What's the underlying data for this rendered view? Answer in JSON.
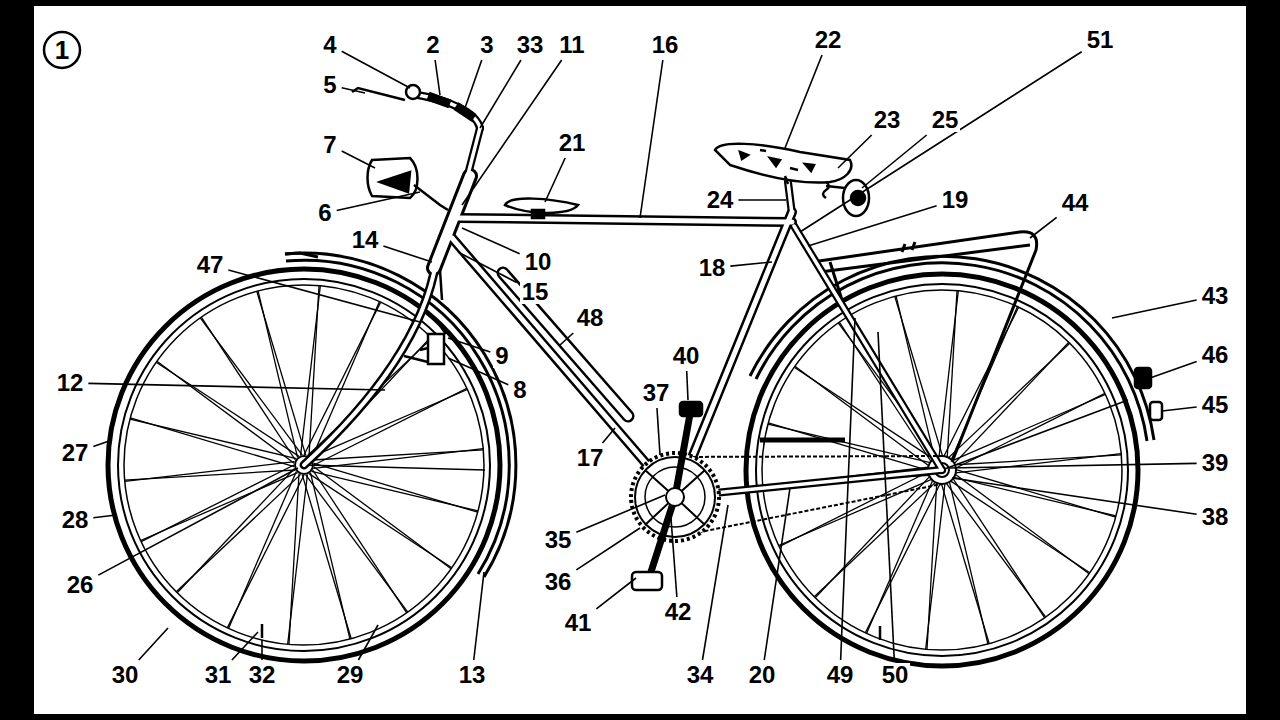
{
  "diagram": {
    "nodes": [
      {
        "text": [
          "1"
        ]
      }
    ],
    "labels": [
      "4",
      "2",
      "3",
      "33",
      "11",
      "16",
      "22",
      "51",
      "5",
      "7",
      "23",
      "25",
      "21",
      "6",
      "24",
      "19",
      "44",
      "14",
      "10",
      "47",
      "15",
      "18",
      "43",
      "48",
      "9",
      "46",
      "40",
      "12",
      "8",
      "37",
      "45",
      "27",
      "17",
      "39",
      "28",
      "38",
      "35",
      "26",
      "36",
      "41",
      "42",
      "30",
      "31",
      "32",
      "29",
      "13",
      "34",
      "20",
      "49",
      "50"
    ]
  }
}
